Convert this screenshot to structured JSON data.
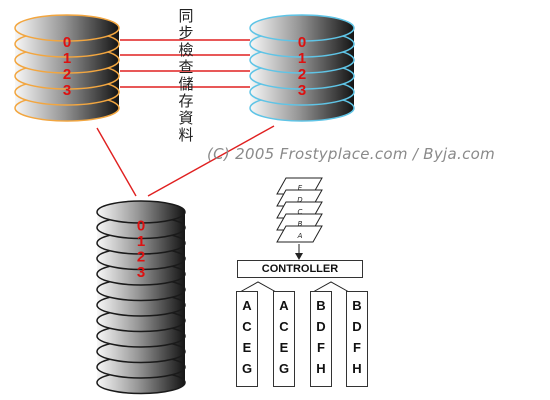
{
  "label_vertical": [
    "同",
    "步",
    "檢",
    "查",
    "儲",
    "存",
    "資",
    "料"
  ],
  "copyright": "(C) 2005  Frostyplace.com /  Byja.com",
  "controller_label": "CONTROLLER",
  "disk_numbers": [
    "0",
    "1",
    "2",
    "3"
  ],
  "stack_letters": [
    "E",
    "D",
    "C",
    "B",
    "A"
  ],
  "disk_columns": [
    [
      "A",
      "C",
      "E",
      "G"
    ],
    [
      "A",
      "C",
      "E",
      "G"
    ],
    [
      "B",
      "D",
      "F",
      "H"
    ],
    [
      "B",
      "D",
      "F",
      "H"
    ]
  ],
  "colors": {
    "mirror_line": "#e02020",
    "disk_number": "#dd1111",
    "disk_rim_orange": "#f2a640",
    "disk_rim_blue": "#5fc4e6",
    "disk_dark": "#1a1a1a"
  }
}
